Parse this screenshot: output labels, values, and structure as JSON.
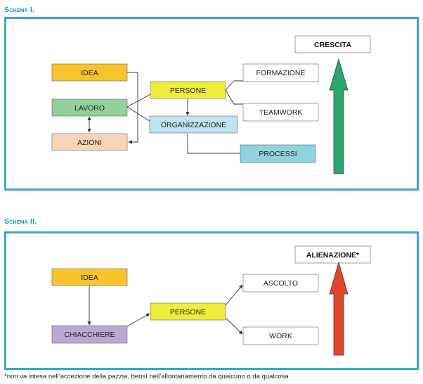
{
  "colors": {
    "title": "#1a8fc6",
    "frame": "#3aa6d4",
    "idea": "#f7c52b",
    "lavoro": "#93d09a",
    "azioni": "#f8d5b8",
    "persone": "#efec3a",
    "organizzazione": "#bfe3ef",
    "processi": "#8fd3df",
    "chiacchiere": "#b9a8d2",
    "white_box": "#ffffff",
    "arrow_up_green": "#2aa86b",
    "arrow_up_red": "#e2442c",
    "line": "#333333"
  },
  "schema1": {
    "title": "Schema I.",
    "nodes": {
      "idea": "IDEA",
      "lavoro": "LAVORO",
      "azioni": "AZIONI",
      "persone": "PERSONE",
      "organizzazione": "ORGANIZZAZIONE",
      "formazione": "FORMAZIONE",
      "teamwork": "TEAMWORK",
      "processi": "PROCESSI",
      "crescita": "CRESCITA"
    }
  },
  "schema2": {
    "title": "Schema II.",
    "nodes": {
      "idea": "IDEA",
      "chiacchiere": "CHIACCHIERE",
      "persone": "PERSONE",
      "ascolto": "ASCOLTO",
      "work": "WORK",
      "alienazione": "ALIENAZIONE*"
    }
  },
  "footnote": "*non va intesa nell’accezione della pazzia, bensì nell’allontanamento da qualcuno o da qualcosa"
}
